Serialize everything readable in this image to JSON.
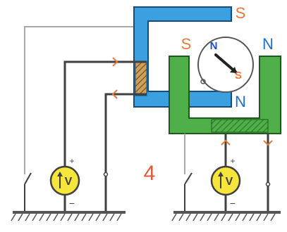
{
  "figure_number": "4",
  "magnet_blue": {
    "upper_pole_label": "S",
    "lower_pole_label": "N",
    "color": "#3aa0e0"
  },
  "magnet_green": {
    "left_pole_label": "S",
    "right_pole_label": "N",
    "color": "#4fb04a"
  },
  "compass": {
    "north_label": "N",
    "south_label": "S",
    "north_color": "#1c4fd0",
    "south_color": "#e8783a"
  },
  "sources": [
    {
      "plus_label": "+",
      "minus_label": "−",
      "symbol_label": "V"
    },
    {
      "plus_label": "+",
      "minus_label": "−",
      "symbol_label": "V"
    }
  ],
  "colors": {
    "pole_label": "#e8783a",
    "pole_label_n": "#1c6fd0",
    "figure_number": "#e05a3a",
    "wire": "#404040",
    "ground_wire": "#a8a8a8",
    "source_fill": "#f6e53a",
    "coil_hatch": "#b87a3a"
  }
}
